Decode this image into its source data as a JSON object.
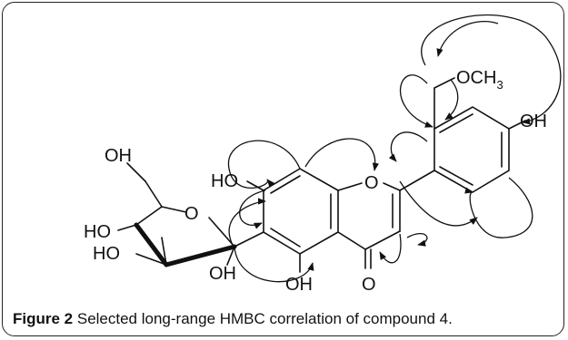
{
  "caption": {
    "label": "Figure 2",
    "text": "Selected long-range HMBC correlation of compound 4."
  },
  "atoms": {
    "och3": "OCH",
    "och3_sub": "3",
    "ring_oh": "OH",
    "ring_o": "O",
    "a_ho": "HO",
    "a_oh": "OH",
    "carbonyl_o": "O",
    "sugar_ch2oh": "OH",
    "sugar_o": "O",
    "sugar_ho_top": "HO",
    "sugar_ho_bottom": "HO",
    "sugar_oh": "OH"
  },
  "colors": {
    "line": "#111111",
    "background": "#ffffff"
  }
}
